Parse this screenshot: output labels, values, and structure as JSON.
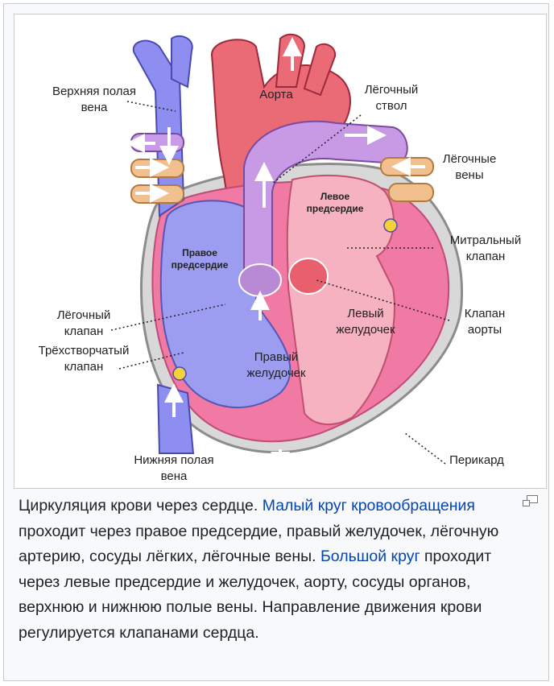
{
  "diagram": {
    "labels": {
      "svc": [
        "Верхняя полая",
        "вена"
      ],
      "aorta": "Аорта",
      "pulm_trunk": [
        "Лёгочный",
        "ствол"
      ],
      "pulm_veins": [
        "Лёгочные",
        "вены"
      ],
      "left_atrium": [
        "Левое",
        "предсердие"
      ],
      "right_atrium": [
        "Правое",
        "предсердие"
      ],
      "mitral": [
        "Митральный",
        "клапан"
      ],
      "pulm_valve": [
        "Лёгочный",
        "клапан"
      ],
      "aortic_valve": [
        "Клапан",
        "аорты"
      ],
      "tricuspid": [
        "Трёхстворчатый",
        "клапан"
      ],
      "left_ventricle": [
        "Левый",
        "желудочек"
      ],
      "right_ventricle": [
        "Правый",
        "желудочек"
      ],
      "ivc": [
        "Нижняя полая",
        "вена"
      ],
      "pericardium": "Перикард"
    },
    "colors": {
      "vein_blue": "#8e8ef0",
      "artery_red": "#e8606e",
      "pulm_purple": "#c99ae8",
      "pulm_vein_tan": "#f2c08e",
      "myocardium_pink": "#f06e9a",
      "pericardium_gray": "#9a9a9a"
    }
  },
  "caption": {
    "t1": "Циркуляция крови через сердце. ",
    "link1": "Малый круг кровообращения",
    "t2": " проходит через правое предсердие, правый желудочек, лёгочную артерию, сосуды лёгких, лёгочные вены. ",
    "link2": "Большой круг",
    "t3": " проходит через левые предсердие и желудочек, аорту, сосуды органов, верхнюю и нижнюю полые вены. Направление движения крови регулируется клапанами сердца."
  },
  "magnify_icon": "magnify-clip-icon"
}
